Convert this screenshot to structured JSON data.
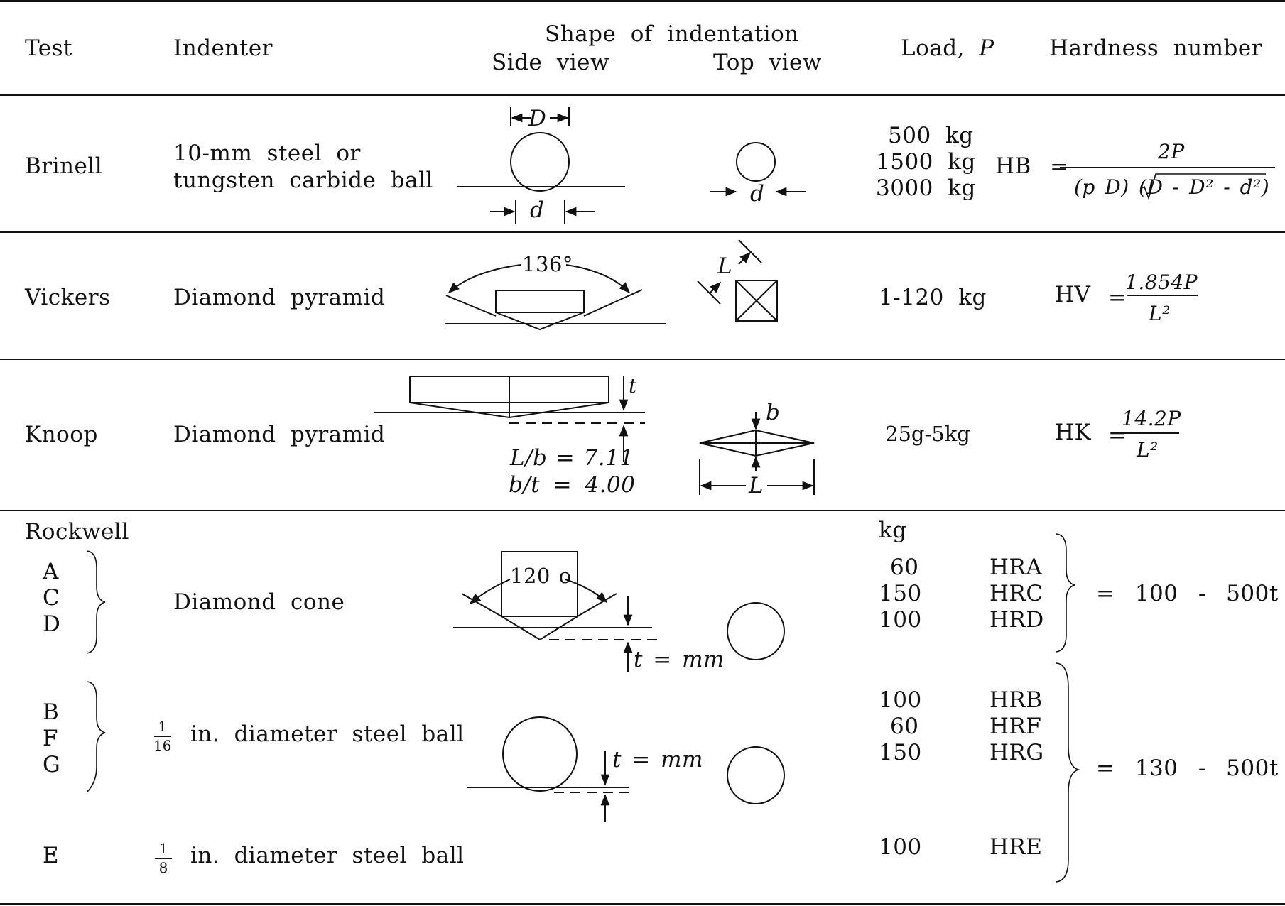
{
  "header": {
    "test": "Test",
    "indenter": "Indenter",
    "shape": "Shape of indentation",
    "side_view": "Side view",
    "top_view": "Top view",
    "load": "Load,",
    "load_var": "P",
    "hardness": "Hardness number"
  },
  "brinell": {
    "test": "Brinell",
    "indenter_line1": "10-mm steel or",
    "indenter_line2": "tungsten carbide ball",
    "side_label_D": "D",
    "side_label_d": "d",
    "top_label_d": "d",
    "loads": [
      "500 kg",
      "1500 kg",
      "3000 kg"
    ],
    "formula_lhs": "HB",
    "formula_eq": "=",
    "formula_num": "2P",
    "formula_den": "(p D) (D - D² - d²)"
  },
  "vickers": {
    "test": "Vickers",
    "indenter": "Diamond pyramid",
    "angle": "136°",
    "top_label_L": "L",
    "load": "1-120 kg",
    "formula_lhs": "HV",
    "formula_eq": "=",
    "formula_num": "1.854P",
    "formula_den": "L²"
  },
  "knoop": {
    "test": "Knoop",
    "indenter": "Diamond pyramid",
    "label_t": "t",
    "ratio1": "L/b = 7.11",
    "ratio2": "b/t = 4.00",
    "top_label_b": "b",
    "top_label_L": "L",
    "load": "25g-5kg",
    "formula_lhs": "HK",
    "formula_eq": "=",
    "formula_num": "14.2P",
    "formula_den": "L²"
  },
  "rockwell": {
    "test": "Rockwell",
    "load_unit": "kg",
    "group1": {
      "scales": [
        "A",
        "C",
        "D"
      ],
      "indenter": "Diamond cone",
      "angle": "120 o",
      "depth_label": "t = mm",
      "loads": [
        "60",
        "150",
        "100"
      ],
      "names": [
        "HRA",
        "HRC",
        "HRD"
      ],
      "formula": "= 100 - 500t"
    },
    "group2": {
      "scales": [
        "B",
        "F",
        "G"
      ],
      "frac_num": "1",
      "frac_den": "16",
      "indenter": "in. diameter steel ball",
      "depth_label": "t = mm",
      "loads": [
        "100",
        "60",
        "150"
      ],
      "names": [
        "HRB",
        "HRF",
        "HRG"
      ],
      "formula": "= 130 - 500t"
    },
    "group3": {
      "scale": "E",
      "frac_num": "1",
      "frac_den": "8",
      "indenter": "in. diameter steel ball",
      "load": "100",
      "name": "HRE"
    }
  }
}
